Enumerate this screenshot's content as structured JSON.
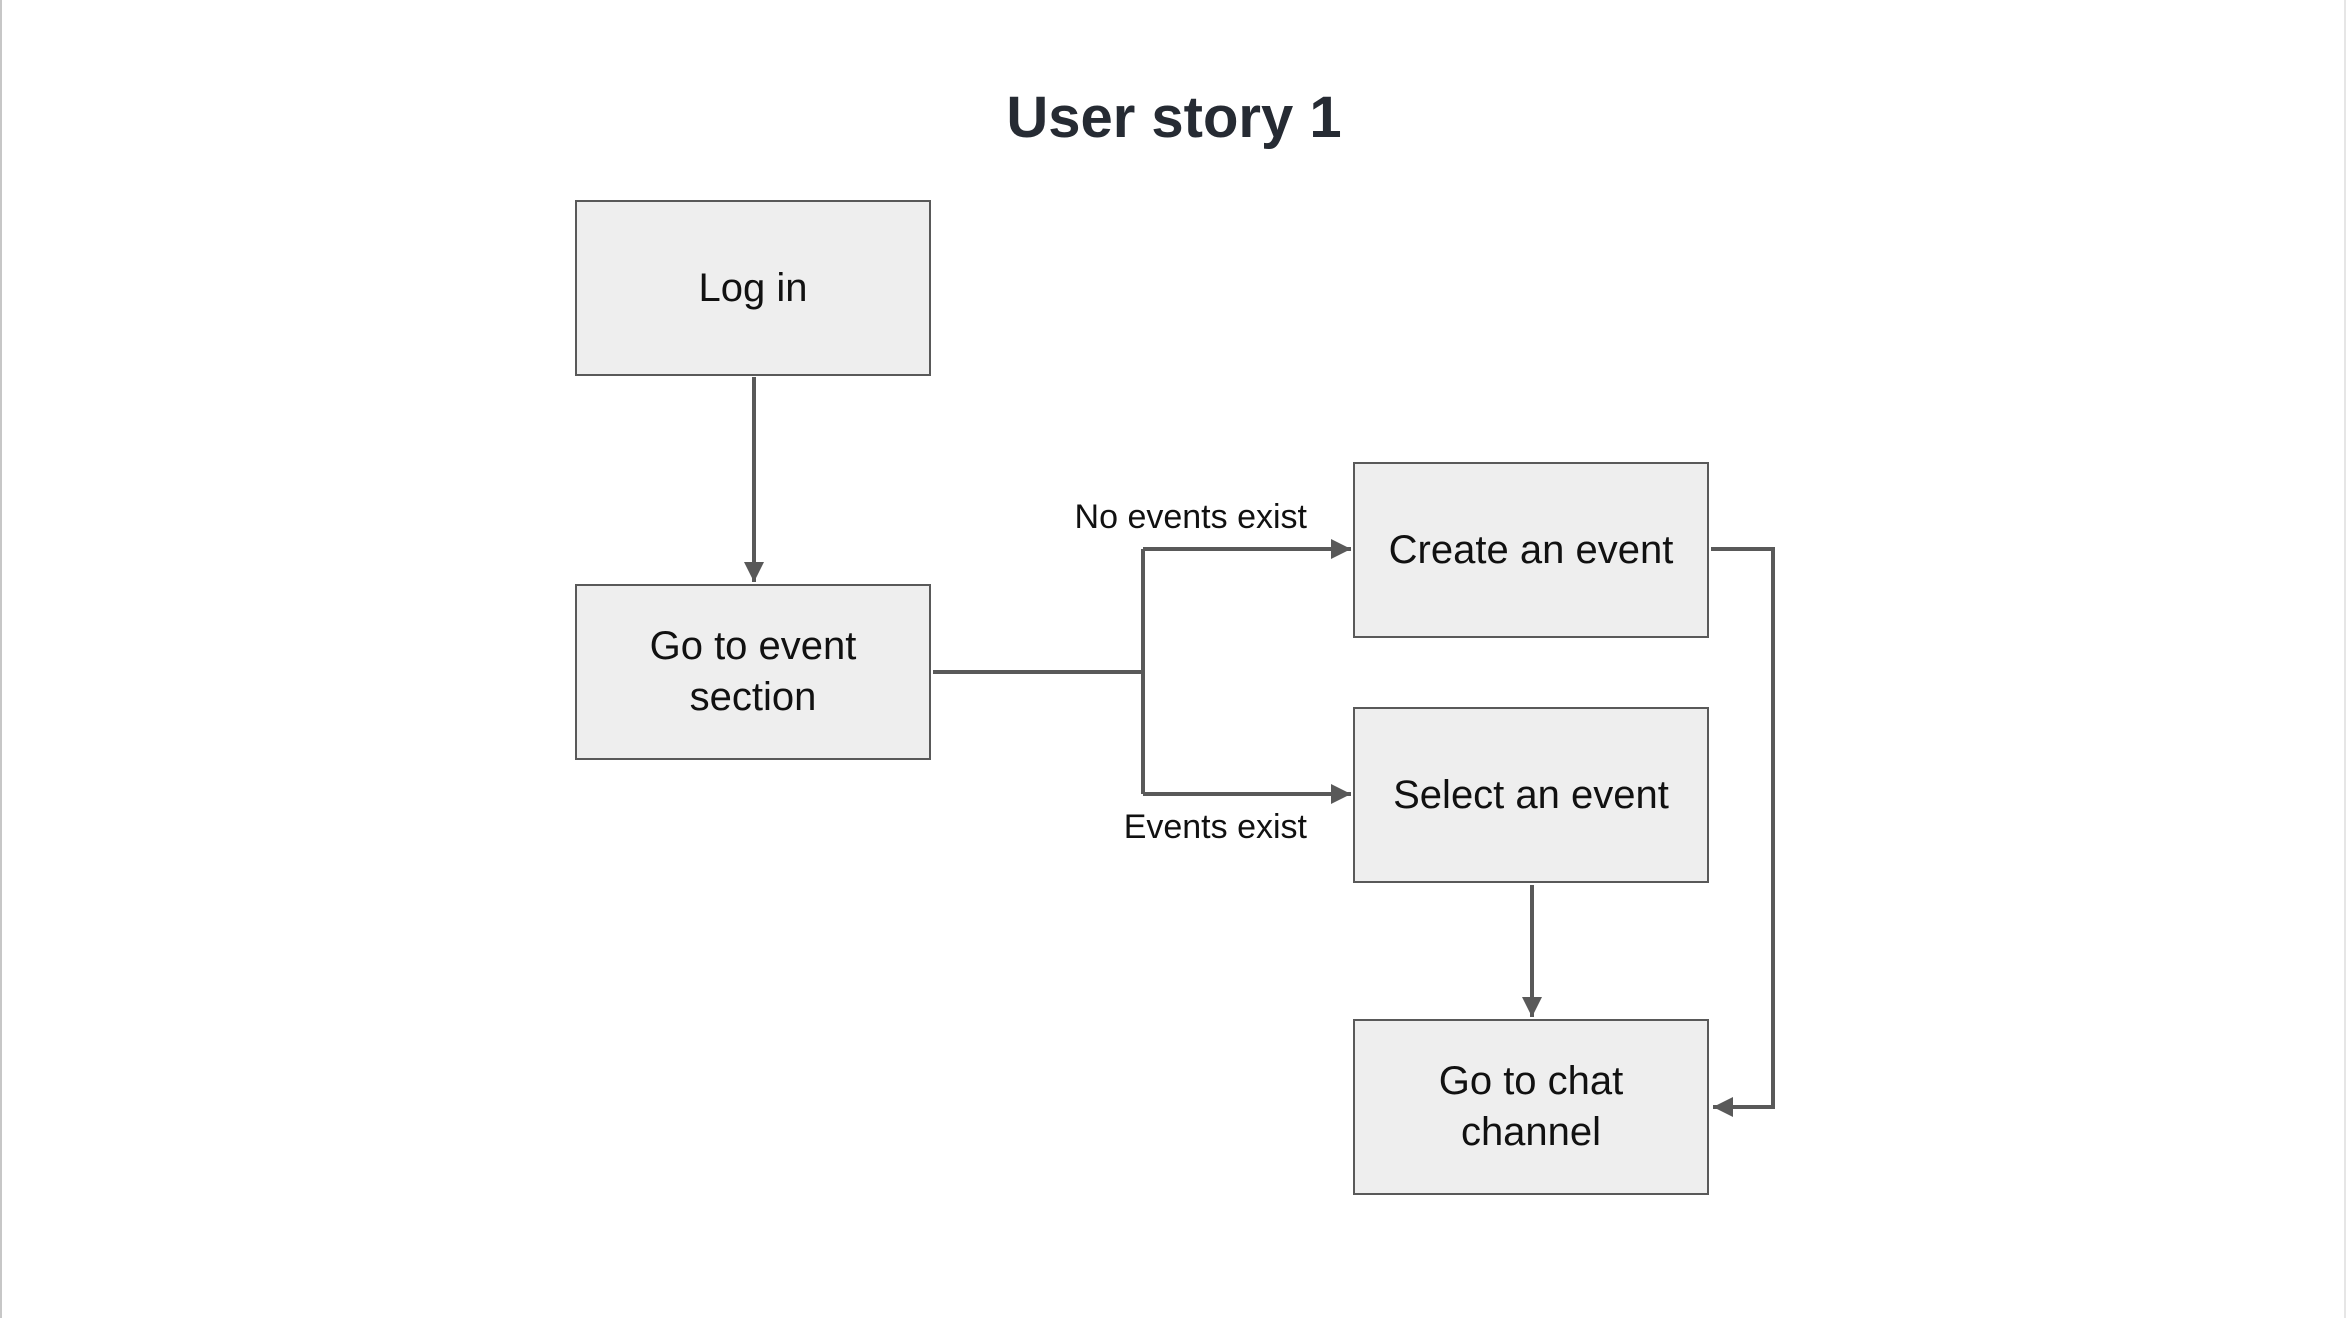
{
  "title": "User story 1",
  "nodes": {
    "login": "Log in",
    "event_section": "Go to event section",
    "create_event": "Create an event",
    "select_event": "Select an event",
    "chat_channel": "Go to chat channel"
  },
  "edges": {
    "no_events": "No events exist",
    "events_exist": "Events exist"
  },
  "colors": {
    "node_fill": "#eeeeee",
    "node_border": "#595959",
    "connector": "#595959",
    "title": "#262b33"
  }
}
